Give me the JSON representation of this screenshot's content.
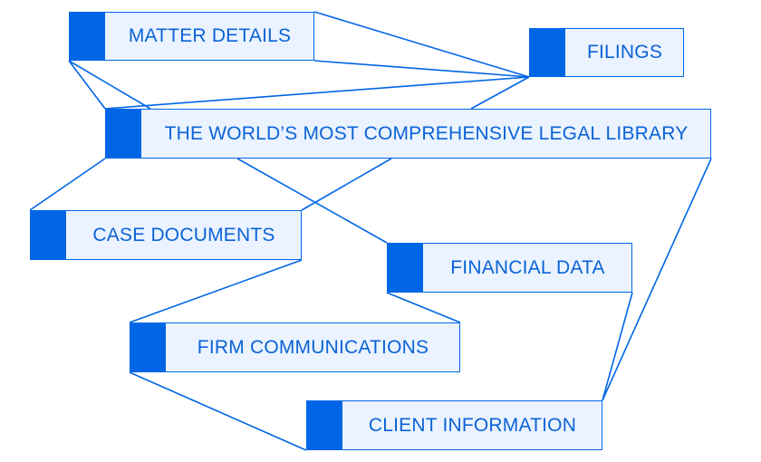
{
  "colors": {
    "accent": "#0066e6",
    "fill": "#eaf3ff",
    "text": "#0b63d6"
  },
  "nodes": {
    "matter_details": "MATTER DETAILS",
    "filings": "FILINGS",
    "legal_library": "THE WORLD’S MOST COMPREHENSIVE LEGAL LIBRARY",
    "case_documents": "CASE DOCUMENTS",
    "financial_data": "FINANCIAL DATA",
    "firm_communications": "FIRM COMMUNICATIONS",
    "client_information": "CLIENT INFORMATION"
  }
}
